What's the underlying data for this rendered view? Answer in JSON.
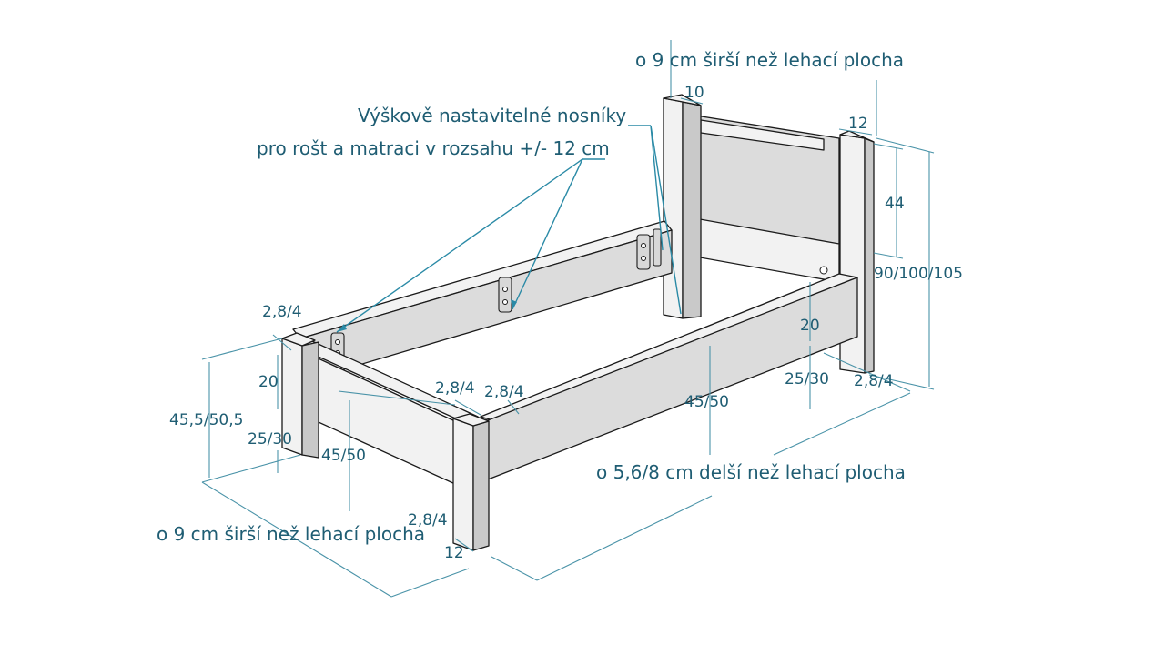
{
  "labels": {
    "headboard_width": "o 9 cm širší než lehací plocha",
    "post_front": "10",
    "post_side": "12",
    "adjustable_line1": "Výškově nastavitelné nosníky",
    "adjustable_line2": "pro rošt a matraci v rozsahu +/- 12 cm",
    "head_panel_height": "44",
    "head_total_height": "90/100/105",
    "rail_thick_left": "2,8/4",
    "rail_height_left": "20",
    "rail_height_right": "20",
    "foot_total_height": "45,5/50,5",
    "leg_height_left": "25/30",
    "leg_height_right": "25/30",
    "side_rail_top_left": "2,8/4",
    "side_rail_top_right": "2,8/4",
    "rail_top_height_mid": "45/50",
    "rail_top_height_left": "45/50",
    "right_thick": "2,8/4",
    "length_note": "o 5,6/8 cm delší než lehací plocha",
    "foot_width": "o 9 cm širší než lehací plocha",
    "foot_post_thick": "2,8/4",
    "foot_post_side": "12"
  },
  "colors": {
    "label": "#1f5d73",
    "dimension_line": "#4a93a8",
    "wood_light": "#f2f2f2",
    "wood_shadow": "#c9c9c9",
    "outline": "#1a1a1a"
  }
}
